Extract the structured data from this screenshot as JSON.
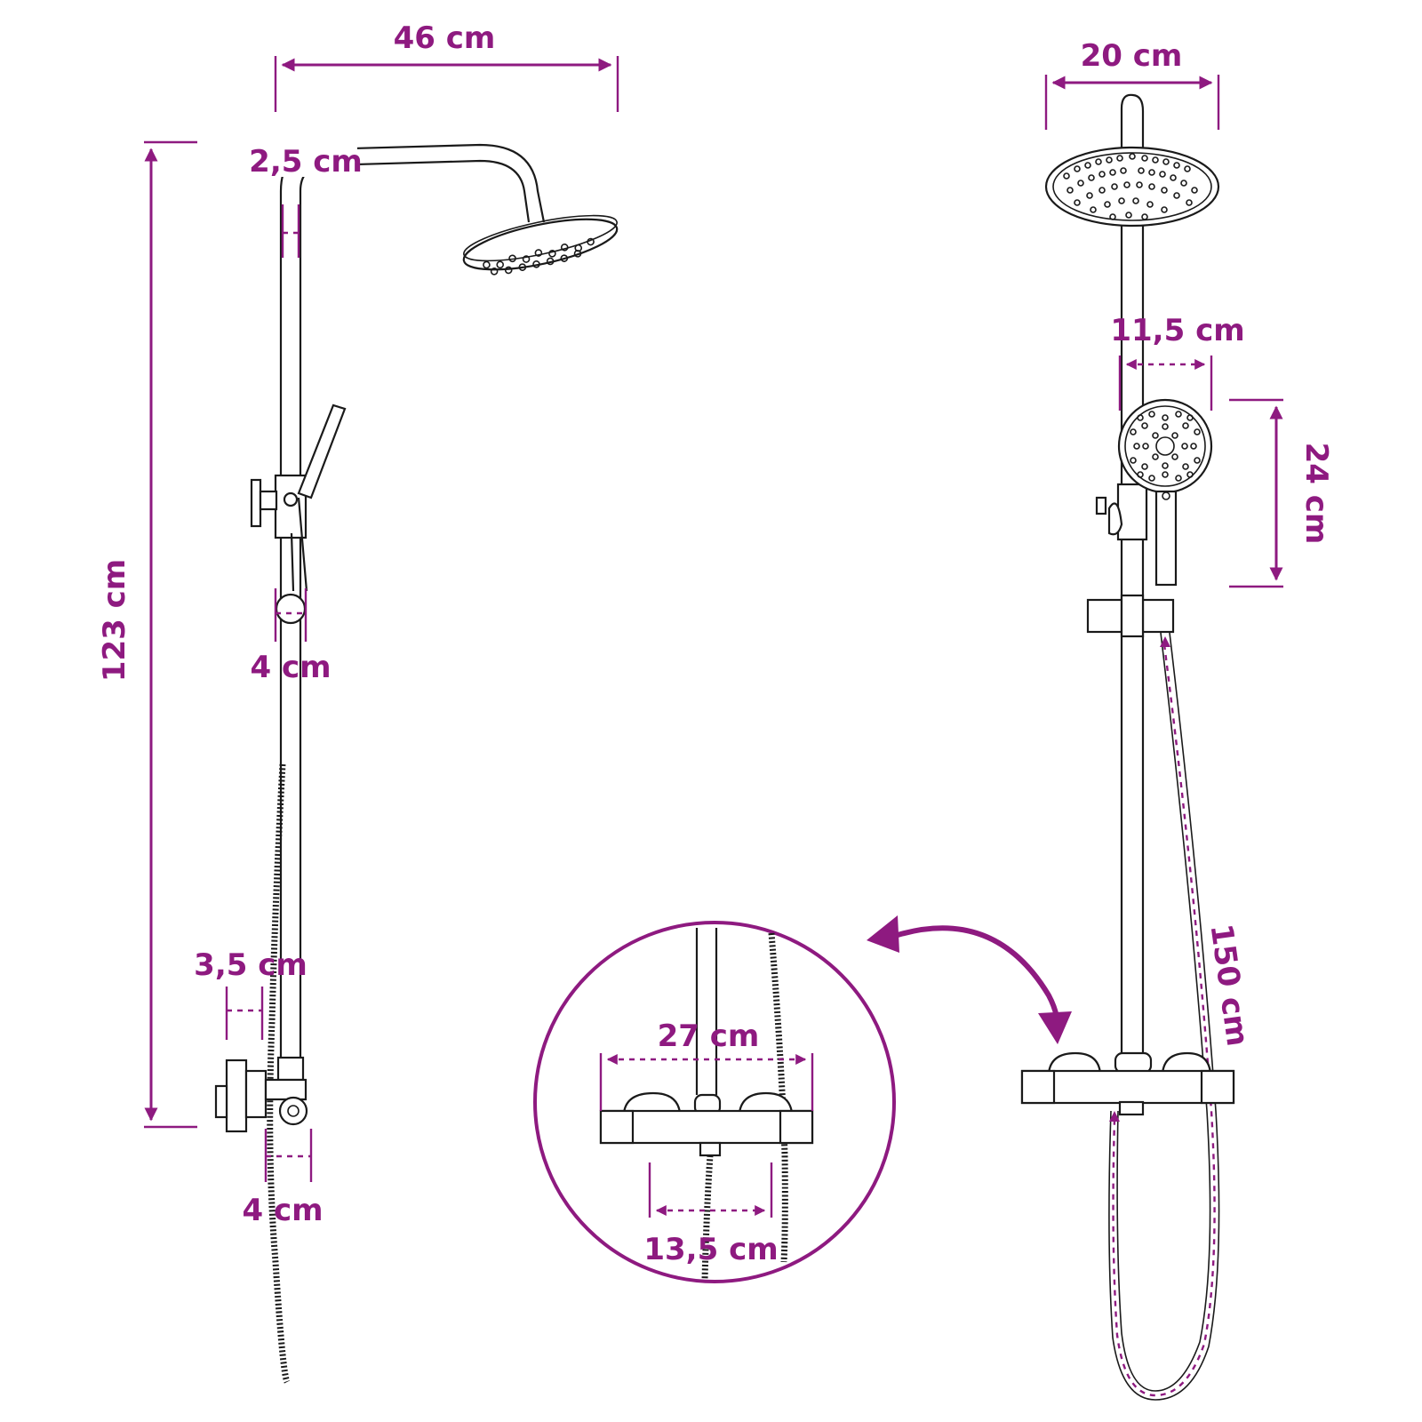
{
  "diagram": {
    "accent_color": "#8e1a80",
    "line_color": "#1a1a1a",
    "labels": {
      "side_arm_width": "46 cm",
      "pipe_diameter": "2,5 cm",
      "total_height": "123 cm",
      "slider_diameter": "4 cm",
      "wall_offset": "3,5 cm",
      "inlet_width": "4 cm",
      "head_diameter": "20 cm",
      "hand_shower_width": "11,5 cm",
      "hand_shower_height": "24 cm",
      "hose_length": "150 cm",
      "mixer_width": "27 cm",
      "connector_spacing": "13,5 cm"
    }
  }
}
